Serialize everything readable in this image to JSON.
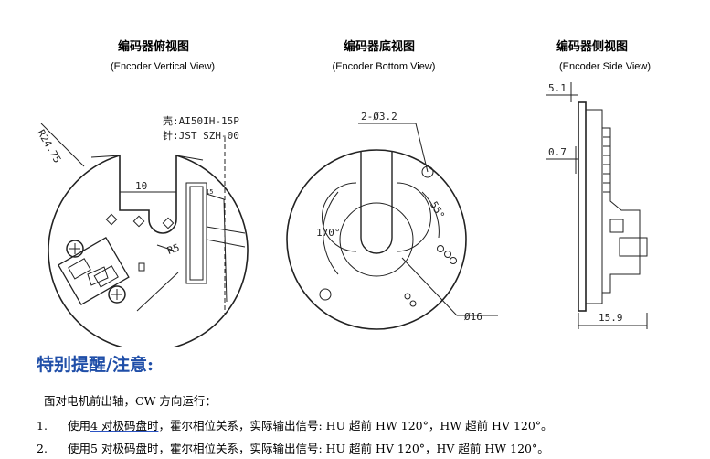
{
  "views": [
    {
      "title": "编码器俯视图",
      "subtitle": "(Encoder Vertical View)"
    },
    {
      "title": "编码器底视图",
      "subtitle": "(Encoder Bottom View)"
    },
    {
      "title": "编码器侧视图",
      "subtitle": "(Encoder Side View)"
    }
  ],
  "top_view": {
    "radius_label": "R24.75",
    "part_label_1": "壳:AI50IH-15P",
    "part_label_2": "针:JST SZH-00",
    "slot_width": "10",
    "radius_small": "R5",
    "pin_count": "15"
  },
  "bottom_view": {
    "holes_label": "2-Ø3.2",
    "angle_1": "55°",
    "angle_2": "170°",
    "diameter": "Ø16"
  },
  "side_view": {
    "dim_1": "5.1",
    "dim_2": "0.7",
    "dim_3": "15.9"
  },
  "notice": {
    "heading": "特别提醒/注意:",
    "intro": "面对电机前出轴，CW 方向运行：",
    "items": [
      {
        "num": "1.",
        "pre": "使用",
        "ul": "4 对极码盘时",
        "post": "，霍尔相位关系，实际输出信号: HU 超前 HW 120°，HW 超前 HV 120°。"
      },
      {
        "num": "2.",
        "pre": "使用",
        "ul": "5 对极码盘时",
        "post": "，霍尔相位关系，实际输出信号: HU 超前 HV 120°，HV 超前 HW 120°。"
      }
    ]
  }
}
